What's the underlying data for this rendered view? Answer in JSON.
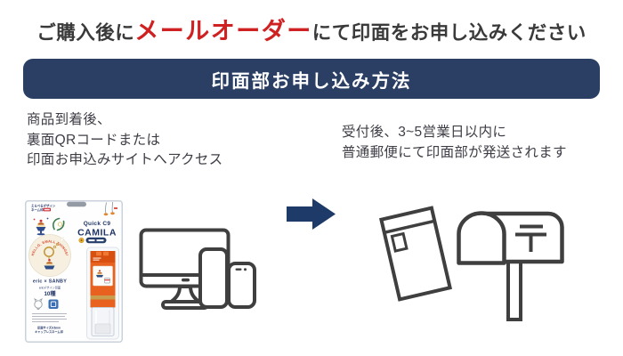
{
  "heading": {
    "prefix": "ご購入後に",
    "highlight": "メールオーダー",
    "suffix": "にて印面をお申し込みください"
  },
  "banner": {
    "label": "印面部お申し込み方法"
  },
  "steps": {
    "access": {
      "line1": "商品到着後、",
      "line2": "裏面QRコードまたは",
      "line3": "印面お申込みサイトへアクセス"
    },
    "delivery": {
      "line1": "受付後、3~5営業日以内に",
      "line2": "普通郵便にて印面部が発送されます"
    }
  },
  "package": {
    "header_line1": "えらべるデザイン",
    "header_line2": "ネーム印",
    "arc_label": "HELLO, SMALL THINGS!",
    "brand": "Quick C9",
    "product_name": "CAMILA",
    "collab": "eric × SANBY",
    "design_label": "ericデザイン印面",
    "design_count": "10種",
    "size_note1": "印面サイズ9.5mm",
    "size_note2": "キャップレスネーム印"
  },
  "icons": {
    "devices": "monitor-tablet-phone",
    "arrow": "right-arrow",
    "envelope": "envelope",
    "mailbox": "mailbox-with-postal-mark"
  },
  "colors": {
    "banner_navy": "#2a3f63",
    "arrow_navy": "#1e3a68",
    "accent_red": "#cf2121",
    "text_gray": "#3e3e46",
    "icon_stroke": "#3f3f3f",
    "package_navy": "#25386b",
    "stamp_orange": "#e8611f"
  }
}
